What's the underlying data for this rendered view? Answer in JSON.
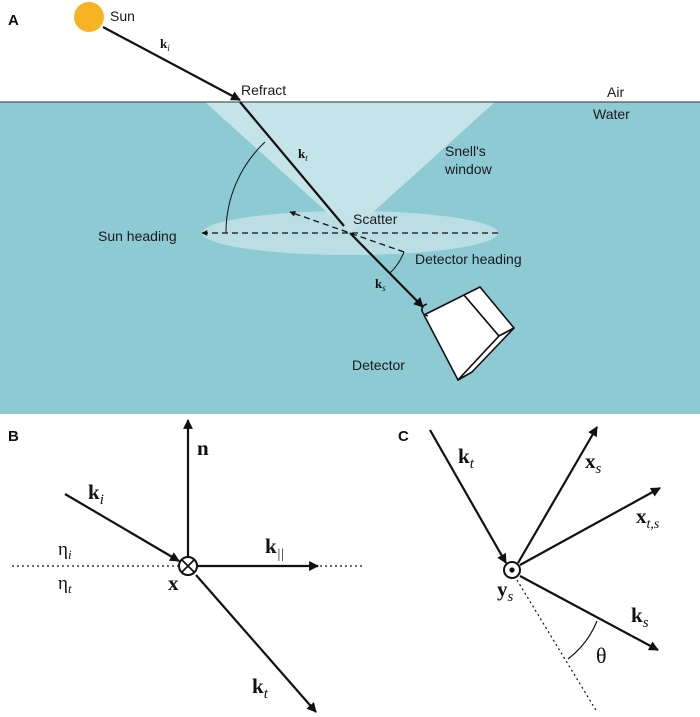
{
  "panels": {
    "a": "A",
    "b": "B",
    "c": "C"
  },
  "panel_a": {
    "sun": "Sun",
    "refract": "Refract",
    "air": "Air",
    "water": "Water",
    "snells_window": [
      "Snell's",
      "window"
    ],
    "scatter": "Scatter",
    "sun_heading": "Sun heading",
    "detector_heading": "Detector heading",
    "detector": "Detector",
    "k_i": {
      "base": "k",
      "sub": "i"
    },
    "k_t": {
      "base": "k",
      "sub": "t"
    },
    "k_s": {
      "base": "k",
      "sub": "s"
    },
    "colors": {
      "sun": "#f6b324",
      "water": "#8dcad4",
      "snell_cone": "#c8e5ea",
      "water_line": "#555555"
    }
  },
  "panel_b": {
    "n": "n",
    "k_i": {
      "base": "k",
      "sub": "i"
    },
    "k_par": {
      "base": "k",
      "sub": "||"
    },
    "k_t": {
      "base": "k",
      "sub": "t"
    },
    "eta_i": {
      "base": "η",
      "sub": "i"
    },
    "eta_t": {
      "base": "η",
      "sub": "t"
    },
    "x": "x"
  },
  "panel_c": {
    "k_t": {
      "base": "k",
      "sub": "t"
    },
    "x_s": {
      "base": "x",
      "sub": "s"
    },
    "x_ts": {
      "base": "x",
      "sub": "t,s"
    },
    "k_s": {
      "base": "k",
      "sub": "s"
    },
    "y_s": {
      "base": "y",
      "sub": "s"
    },
    "theta": "θ"
  }
}
